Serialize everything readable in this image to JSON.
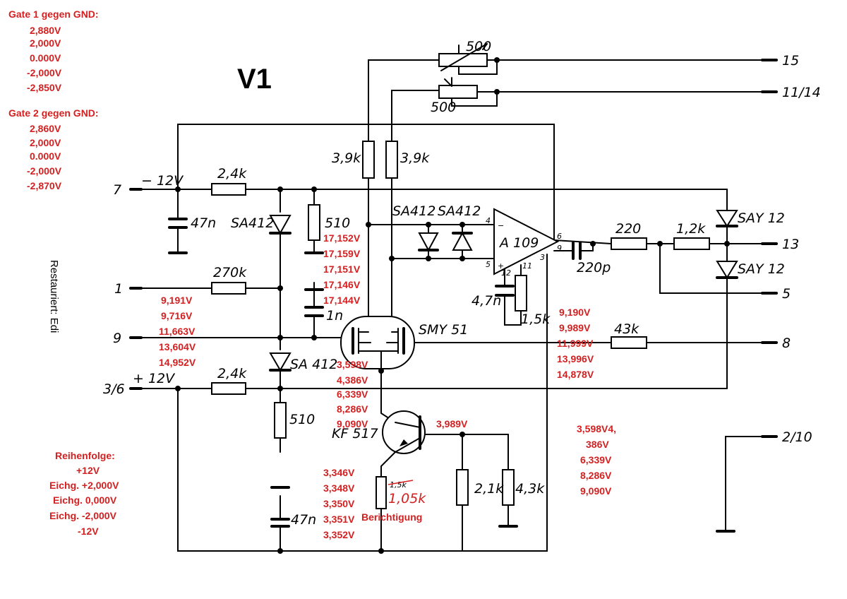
{
  "title": "V1",
  "side_note": "Restauriert: Edi",
  "gate1": {
    "header": "Gate 1 gegen GND:",
    "values": [
      "2,880V",
      "2,000V",
      "0.000V",
      "-2,000V",
      "-2,850V"
    ]
  },
  "gate2": {
    "header": "Gate 2 gegen GND:",
    "values": [
      "2,860V",
      "2,000V",
      "0.000V",
      "-2,000V",
      "-2,870V"
    ]
  },
  "sequence": {
    "header": "Reihenfolge:",
    "values": [
      "+12V",
      "Eichg. +2,000V",
      "Eichg. 0,000V",
      "Eichg. -2,000V",
      "-12V"
    ]
  },
  "measurements": {
    "drain": [
      "17,152V",
      "17,159V",
      "17,151V",
      "17,146V",
      "17,144V"
    ],
    "pin9": [
      "9,191V",
      "9,716V",
      "11,663V",
      "13,604V",
      "14,952V"
    ],
    "pin8": [
      "9,190V",
      "9,989V",
      "11,999V",
      "13,996V",
      "14,878V"
    ],
    "source": [
      "3,598V",
      "4,386V",
      "6,339V",
      "8,286V",
      "9,090V"
    ],
    "collector": "3,989V",
    "emitter": [
      "3,346V",
      "3,348V",
      "3,350V",
      "3,351V",
      "3,352V"
    ],
    "right_col": [
      "3,598V4,",
      "386V",
      "6,339V",
      "8,286V",
      "9,090V"
    ]
  },
  "correction": {
    "old": "1,5k",
    "new": "1,05k",
    "note": "Berichtigung"
  },
  "pins": {
    "p7": "7",
    "p1": "1",
    "p9": "9",
    "p36": "3/6",
    "p15": "15",
    "p1114": "11/14",
    "p13": "13",
    "p5": "5",
    "p8": "8",
    "p210": "2/10"
  },
  "rails": {
    "neg": "− 12V",
    "pos": "+ 12V"
  },
  "components": {
    "pot_top": "500",
    "pot_bottom": "500",
    "r_drain1": "3,9k",
    "r_drain2": "3,9k",
    "r_24k_top": "2,4k",
    "r_24k_bot": "2,4k",
    "r_510_top": "510",
    "r_510_bot": "510",
    "c_47n_top": "47n",
    "c_47n_bot": "47n",
    "d_sa412_top": "SA412",
    "d_sa412_bot": "SA 412",
    "d_sa412_a": "SA412",
    "d_sa412_b": "SA412",
    "r_270k": "270k",
    "c_1n": "1n",
    "fet": "SMY 51",
    "opamp": "A 109",
    "c_47n_op": "4,7n",
    "r_15k_op": "1,5k",
    "c_220p": "220p",
    "r_220": "220",
    "r_12k": "1,2k",
    "d_say_a": "SAY 12",
    "d_say_b": "SAY 12",
    "r_43k": "43k",
    "transistor": "KF 517",
    "r_21k": "2,1k",
    "r_43k_b": "4,3k"
  },
  "opamp_pins": {
    "p4": "4",
    "p5": "5",
    "p6": "6",
    "p9": "9",
    "p3": "3",
    "p12": "12",
    "p11": "11"
  }
}
